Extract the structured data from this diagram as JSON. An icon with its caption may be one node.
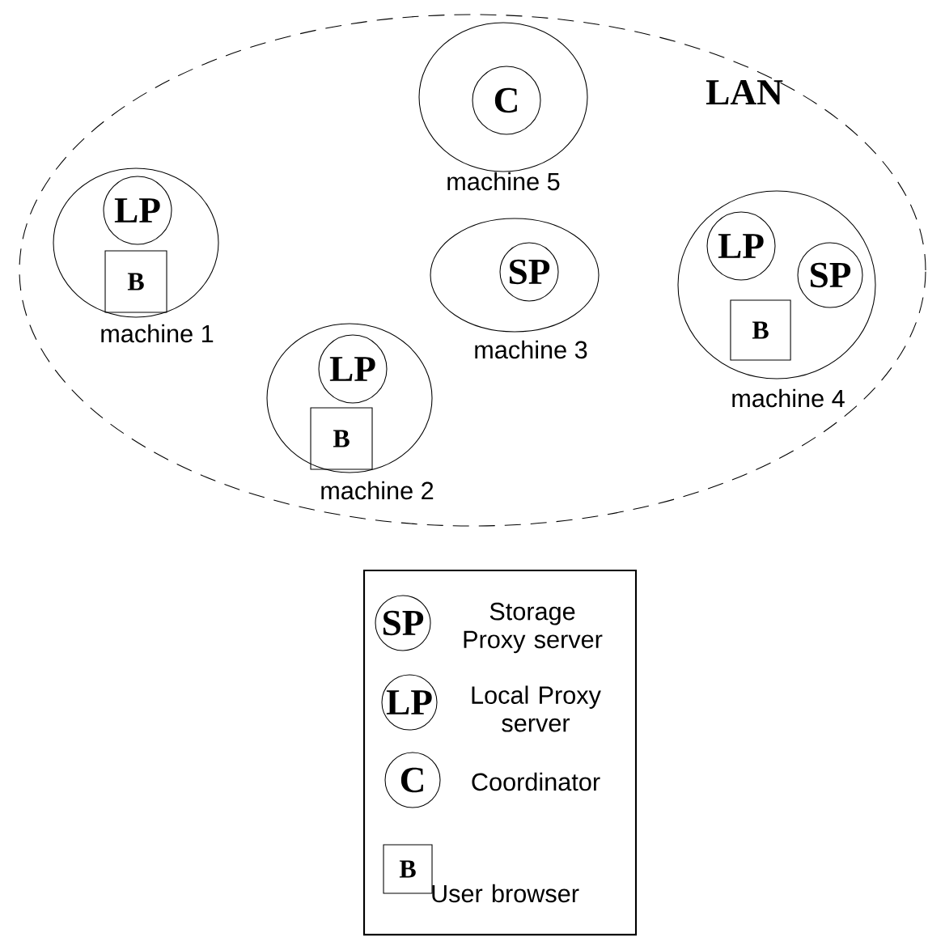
{
  "diagram": {
    "nodes": [
      {
        "text": [
          "LAN"
        ]
      },
      {
        "text": [
          "machine 5"
        ],
        "in": 0
      },
      {
        "text": [
          "C"
        ],
        "in": 1
      },
      {
        "text": [
          "machine 1"
        ],
        "in": 0
      },
      {
        "text": [
          "LP"
        ],
        "in": 3
      },
      {
        "text": [
          "B"
        ],
        "in": 3
      },
      {
        "text": [
          "machine 3"
        ],
        "in": 0
      },
      {
        "text": [
          "SP"
        ],
        "in": 6
      },
      {
        "text": [
          "machine 4"
        ],
        "in": 0
      },
      {
        "text": [
          "LP"
        ],
        "in": 8
      },
      {
        "text": [
          "SP"
        ],
        "in": 8
      },
      {
        "text": [
          "B"
        ],
        "in": 8
      },
      {
        "text": [
          "machine 2"
        ],
        "in": 0
      },
      {
        "text": [
          "LP"
        ],
        "in": 12
      },
      {
        "text": [
          "B"
        ],
        "in": 12
      },
      {
        "text": [],
        "shape": "box"
      },
      {
        "text": [
          "SP"
        ],
        "in": 15,
        "beside": [
          "Storage Proxy server"
        ]
      },
      {
        "text": [
          "LP"
        ],
        "in": 15,
        "beside": [
          "Local Proxy server"
        ]
      },
      {
        "text": [
          "C"
        ],
        "in": 15,
        "beside": [
          "Coordinator"
        ]
      },
      {
        "text": [
          "B"
        ],
        "in": 15,
        "beside": [
          "User browser"
        ]
      }
    ],
    "edges": []
  }
}
